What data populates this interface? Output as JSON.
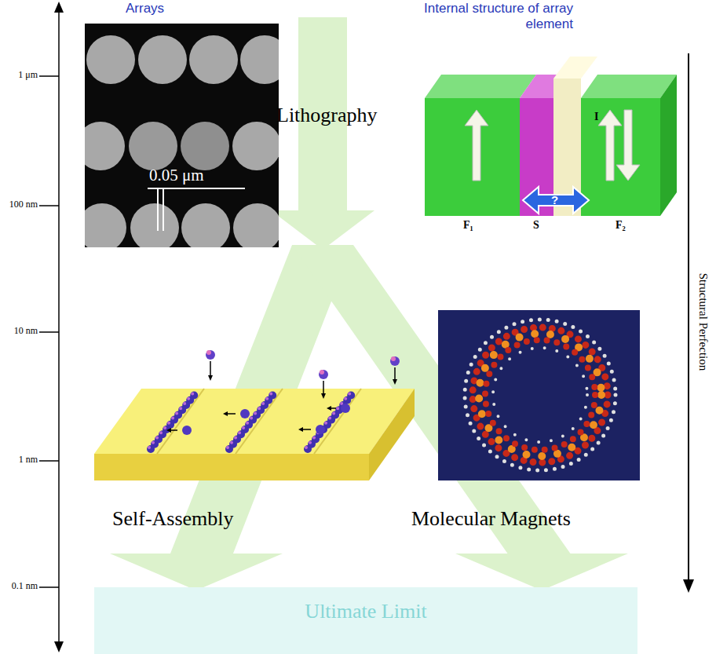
{
  "diagram": {
    "nodes": [
      {
        "text": [
          "Ultimate Limit"
        ]
      }
    ],
    "labels": [
      "Arrays",
      "Internal structure of array element",
      "1 μm",
      "100 nm",
      "10 nm",
      "1 nm",
      "0.1 nm",
      "Lithography",
      "0.05 μm",
      "F₁",
      "S",
      "I",
      "F₂",
      "?",
      "Structural Perfection",
      "Self-Assembly",
      "Molecular Magnets"
    ]
  }
}
